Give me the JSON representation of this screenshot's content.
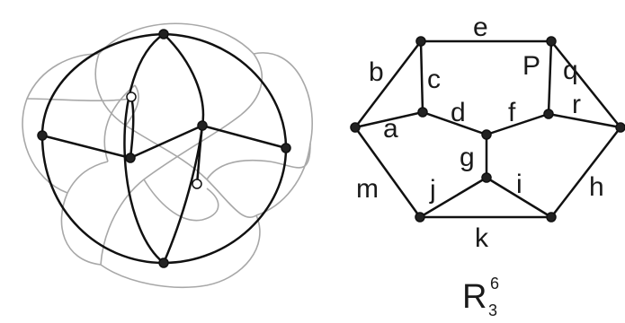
{
  "edge_labels": {
    "a": "a",
    "b": "b",
    "c": "c",
    "d": "d",
    "e": "e",
    "f": "f",
    "g": "g",
    "h": "h",
    "i": "i",
    "j": "j",
    "k": "k",
    "m": "m",
    "p": "P",
    "q": "q",
    "r": "r"
  },
  "caption": {
    "main": "R",
    "superscript": "6",
    "subscript": "3"
  }
}
